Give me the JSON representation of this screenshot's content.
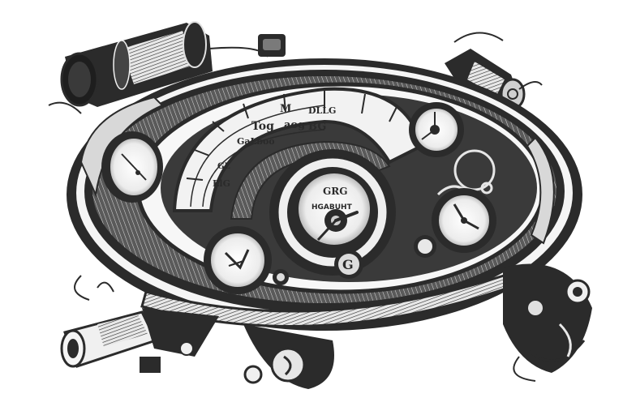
{
  "illustration": {
    "subject": "steampunk dashboard gauge cluster",
    "style": "black and white ink drawing",
    "colors": {
      "background": "#ffffff",
      "ink": "#2b2b2b",
      "mid_gray": "#6e6e6e",
      "light_gray": "#d9d9d9",
      "dial_face": "#f4f4f4"
    },
    "central_gauge": {
      "label_top": "GRG",
      "label_bottom": "HGABUHT",
      "center_knob_letter": "G"
    },
    "arc_scale_glyphs": [
      "Tog",
      "aog",
      "BG",
      "M",
      "DLLG",
      "GaLboo",
      "ElG",
      "GL"
    ],
    "small_gauges": [
      "left-gauge",
      "lower-left-gauge",
      "upper-right-gauge",
      "lower-right-gauge",
      "small-bottom-right-gauge"
    ],
    "components": [
      "left-spool-cylinder",
      "right-pipe-cylinder",
      "top-knob",
      "lower-left-pipe",
      "bottom-right-ornament",
      "bottom-center-ornament"
    ]
  }
}
